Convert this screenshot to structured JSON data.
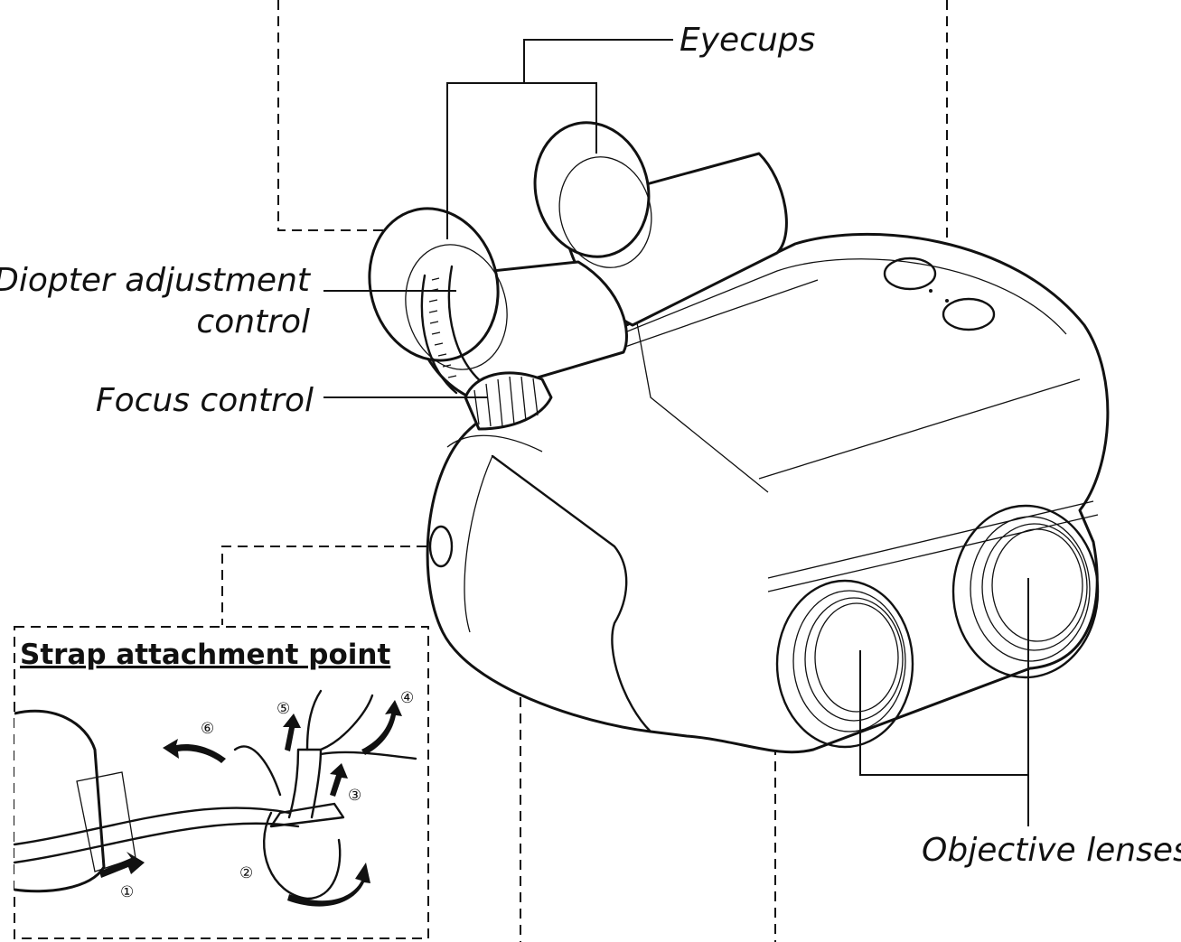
{
  "labels": {
    "eyecups": "Eyecups",
    "diopter_line1": "Diopter adjustment",
    "diopter_line2": "control",
    "focus": "Focus control",
    "objective": "Objective lenses"
  },
  "inset": {
    "title": "Strap attachment point",
    "steps": [
      "①",
      "②",
      "③",
      "④",
      "⑤",
      "⑥"
    ]
  }
}
